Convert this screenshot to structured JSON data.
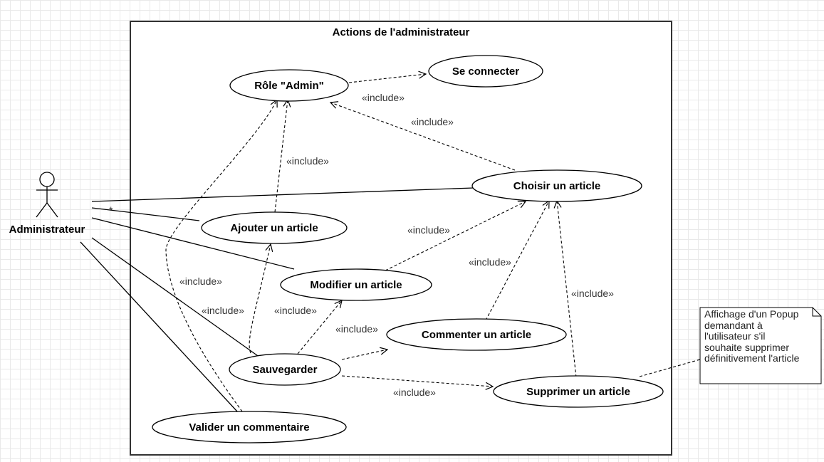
{
  "system": {
    "title": "Actions de l'administrateur"
  },
  "actor": {
    "name": "Administrateur",
    "multiplicity": "*"
  },
  "use_cases": {
    "role_admin": "Rôle \"Admin\"",
    "se_connecter": "Se connecter",
    "choisir": "Choisir un article",
    "ajouter": "Ajouter un article",
    "modifier": "Modifier un article",
    "commenter": "Commenter un article",
    "sauvegarder": "Sauvegarder",
    "supprimer": "Supprimer un article",
    "valider": "Valider un commentaire"
  },
  "include_label": "«include»",
  "note": {
    "lines": [
      "Affichage d'un Popup",
      "demandant à",
      "l'utilisateur s'il",
      "souhaite supprimer",
      "définitivement l'article"
    ]
  }
}
